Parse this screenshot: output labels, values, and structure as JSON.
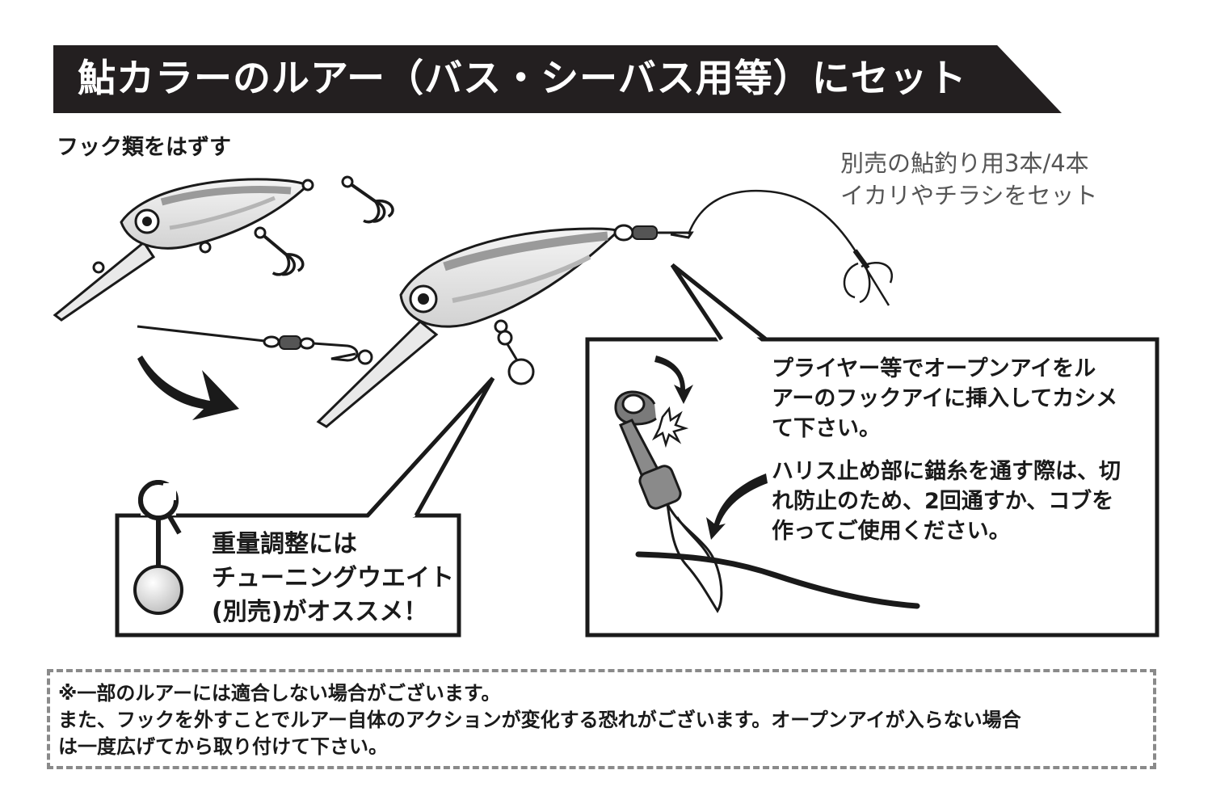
{
  "title": "鮎カラーのルアー（バス・シーバス用等）にセット",
  "step_remove_hooks": "フック類をはずす",
  "sold_separately": [
    "別売の鮎釣り用3本/4本",
    "イカリやチラシをセット"
  ],
  "weight_tip": [
    "重量調整には",
    "チューニングウエイト",
    "(別売)がオススメ！"
  ],
  "pliers_tip": [
    "プライヤー等でオープンアイをル",
    "アーのフックアイに挿入してカシメ",
    "て下さい。"
  ],
  "leader_tip": [
    "ハリス止め部に錨糸を通す際は、切",
    "れ防止のため、2回通すか、コブを",
    "作ってご使用ください。"
  ],
  "caution": [
    "※一部のルアーには適合しない場合がございます。",
    "また、フックを外すことでルアー自体のアクションが変化する恐れがございます。オープンアイが入らない場合",
    "は一度広げてから取り付けて下さい。"
  ],
  "colors": {
    "title_band": "#231f20",
    "title_text": "#ffffff",
    "ink": "#1a1a1a",
    "gray_text": "#555555",
    "dashed_border": "#8a8a8a",
    "lure_fill": "#e6e6e6",
    "lure_shade": "#9a9a9a"
  },
  "icons": [
    "lure-icon",
    "treble-hook-icon",
    "snap-swivel-icon",
    "tuning-weight-icon",
    "open-eye-swivel-icon",
    "curved-arrow-icon",
    "spark-icon"
  ]
}
